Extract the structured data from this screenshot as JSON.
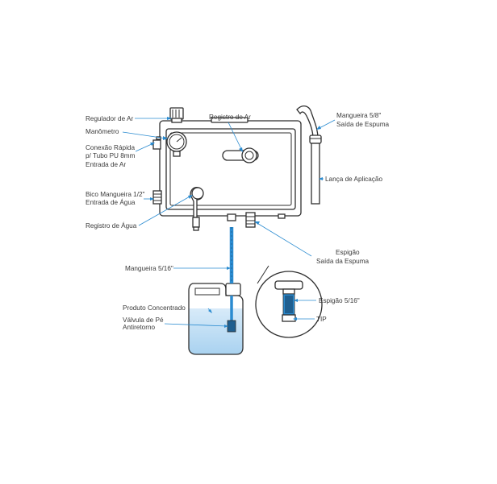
{
  "labels": {
    "regulador_ar": "Regulador de Ar",
    "manometro": "Manômetro",
    "conexao_rapida_1": "Conexão Rápida",
    "conexao_rapida_2": "p/ Tubo PU 8mm",
    "entrada_ar": "Entrada de Ar",
    "bico_mangueira": "Bico Mangueira 1/2\"",
    "entrada_agua": "Entrada de Água",
    "registro_agua": "Registro de Água",
    "registro_ar": "Registro de Ar",
    "mangueira_58": "Mangueira 5/8\"",
    "saida_espuma_top": "Saída de Espuma",
    "lanca_aplicacao": "Lança de Aplicação",
    "espigao": "Espigão",
    "saida_espuma_bottom": "Saída da Espuma",
    "mangueira_516": "Mangueira 5/16\"",
    "produto_concentrado": "Produto Concentrado",
    "valvula_pe_1": "Válvula de Pé",
    "valvula_pe_2": "Antiretorno",
    "espigao_516": "Espigão 5/16\"",
    "tip": "TIP"
  },
  "colors": {
    "leader": "#2a8bd0",
    "liquid": "#bcdcf4",
    "hose": "#2a8bd0",
    "outline": "#2f2f2f"
  }
}
